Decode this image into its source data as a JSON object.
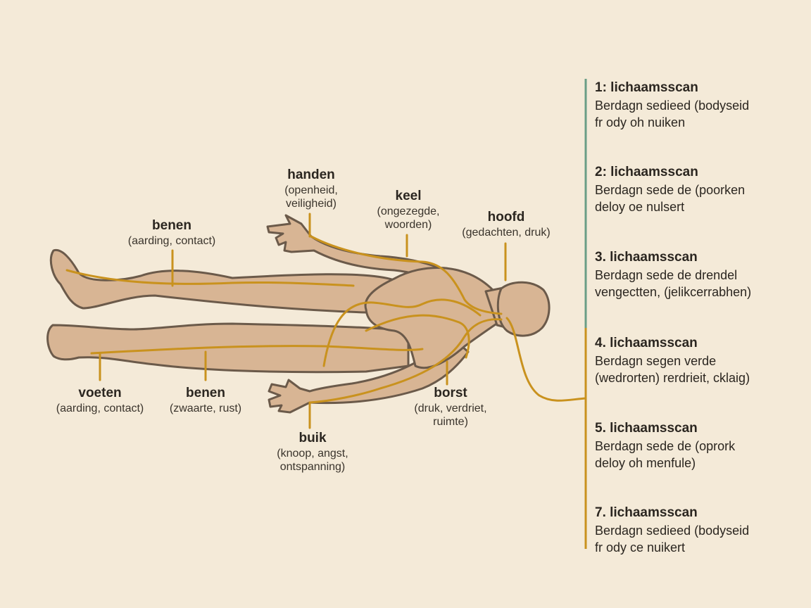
{
  "labels": {
    "handen": {
      "title": "handen",
      "sub1": "(openheid,",
      "sub2": "veiligheid)"
    },
    "keel": {
      "title": "keel",
      "sub1": "(ongezegde,",
      "sub2": "woorden)"
    },
    "hoofd": {
      "title": "hoofd",
      "sub1": "(gedachten, druk)"
    },
    "benen_top": {
      "title": "benen",
      "sub1": "(aarding, contact)"
    },
    "voeten": {
      "title": "voeten",
      "sub1": "(aarding, contact)"
    },
    "benen_bottom": {
      "title": "benen",
      "sub1": "(zwaarte, rust)"
    },
    "borst": {
      "title": "borst",
      "sub1": "(druk, verdriet,",
      "sub2": "ruimte)"
    },
    "buik": {
      "title": "buik",
      "sub1": "(knoop, angst,",
      "sub2": "ontspanning)"
    }
  },
  "steps": [
    {
      "title": "1:  lichaamsscan",
      "line1": "Berdagn sedieed (bodyseid",
      "line2": "fr ody oh nuiken"
    },
    {
      "title": "2:  lichaamsscan",
      "line1": "Berdagn sede de (poorken",
      "line2": "deloy oe nulsert"
    },
    {
      "title": "3.  lichaamsscan",
      "line1": "Berdagn sede de drendel",
      "line2": "vengectten, (jelikcerrabhen)"
    },
    {
      "title": "4.  lichaamsscan",
      "line1": "Berdagn segen verde",
      "line2": "(wedrorten) rerdrieit, cklaig)"
    },
    {
      "title": "5.  lichaamsscan",
      "line1": "Berdagn sede de (oprork",
      "line2": "deloy oh menfule)"
    },
    {
      "title": "7.  lichaamsscan",
      "line1": "Berdagn sedieed (bodyseid",
      "line2": "fr ody ce nuikert"
    }
  ],
  "colors": {
    "background": "#f4ead8",
    "body_fill": "#d8b594",
    "body_outline": "#6b5a4a",
    "energy_line": "#c9921e",
    "timeline_green": "#6a9e86",
    "timeline_gold": "#c9921e"
  }
}
